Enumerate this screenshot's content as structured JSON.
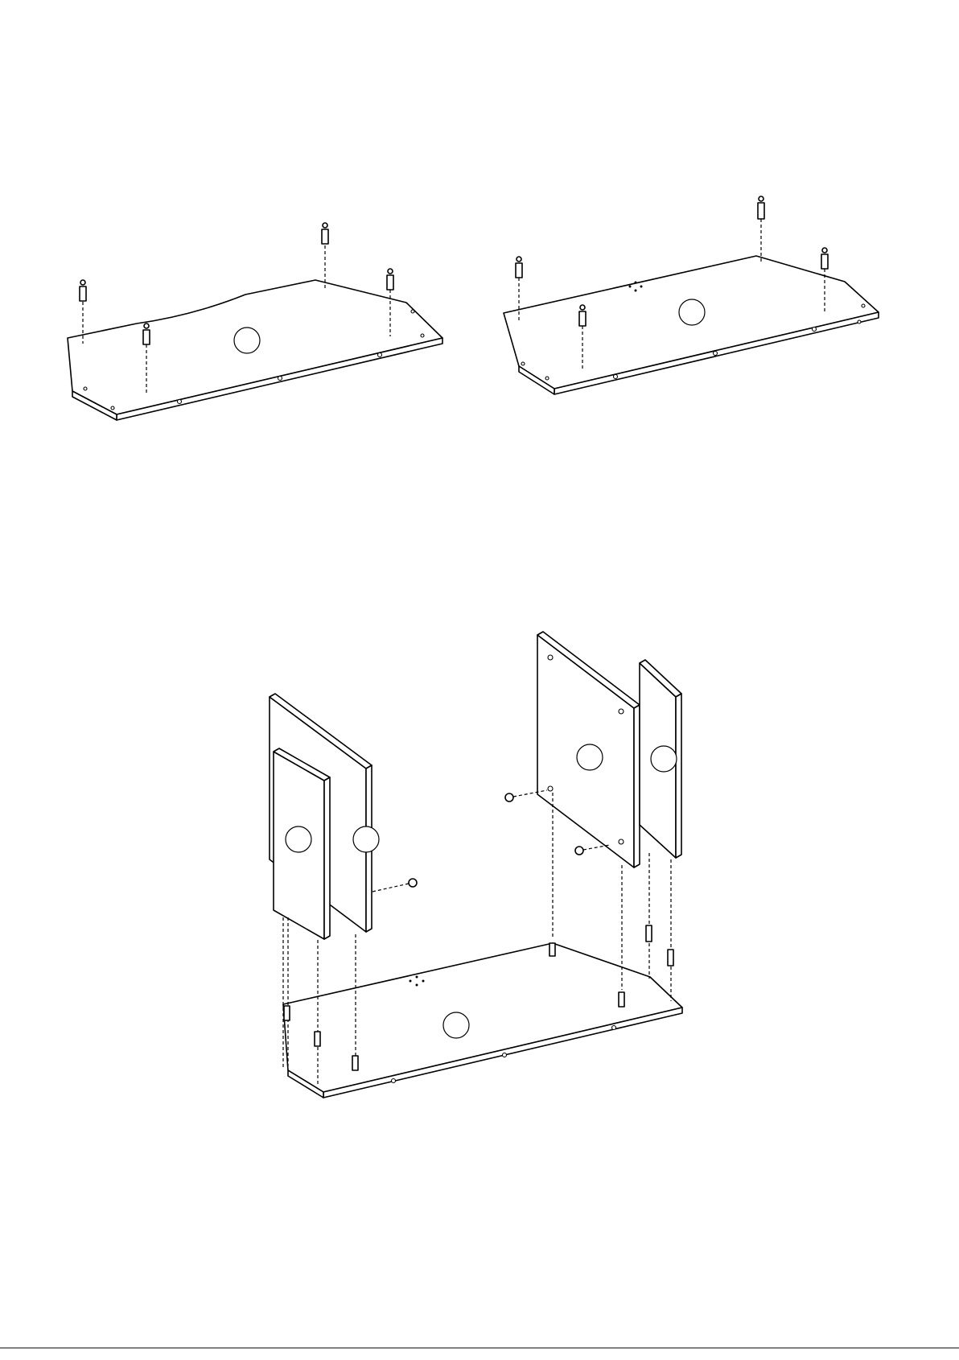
{
  "figure": {
    "panels": [
      {
        "name": "top-left-panel",
        "part_label": ""
      },
      {
        "name": "top-right-panel",
        "part_label": ""
      },
      {
        "name": "bottom-assembly",
        "part_labels": [
          "",
          "",
          "",
          "",
          ""
        ]
      }
    ],
    "hardware": [
      "cam-bolt-icon",
      "dowel-icon",
      "cam-lock-icon"
    ],
    "colors": {
      "ink": "#000000",
      "paper": "#ffffff"
    }
  }
}
